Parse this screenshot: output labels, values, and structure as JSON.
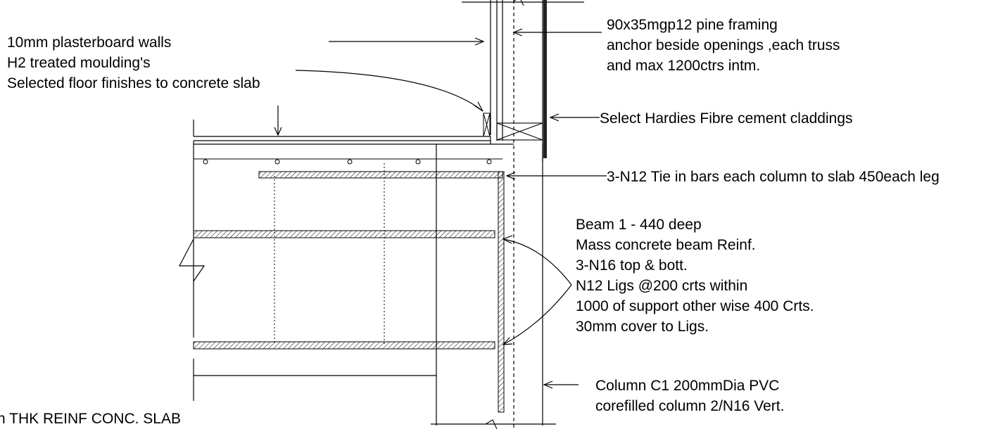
{
  "annotations": {
    "walls": {
      "lines": [
        "10mm plasterboard walls",
        "H2 treated moulding's",
        "Selected floor finishes to concrete slab"
      ]
    },
    "framing": {
      "lines": [
        "90x35mgp12 pine framing",
        "anchor beside openings ,each truss",
        "and max 1200ctrs intm."
      ]
    },
    "cladding": {
      "lines": [
        "Select Hardies Fibre cement claddings"
      ]
    },
    "tie_bars": {
      "lines": [
        "3-N12  Tie in bars each column to slab 450each leg"
      ]
    },
    "beam": {
      "lines": [
        "Beam 1 - 440 deep",
        "Mass concrete beam Reinf.",
        "3-N16  top & bott.",
        "N12 Ligs @200 crts within",
        "1000 of support other wise 400 Crts.",
        "30mm cover to Ligs."
      ]
    },
    "column": {
      "lines": [
        "Column C1 200mmDia PVC",
        "corefilled column 2/N16 Vert."
      ]
    },
    "slab": {
      "lines": [
        "n THK REINF CONC. SLAB"
      ]
    }
  },
  "colors": {
    "line": "#000000",
    "background": "#ffffff"
  }
}
